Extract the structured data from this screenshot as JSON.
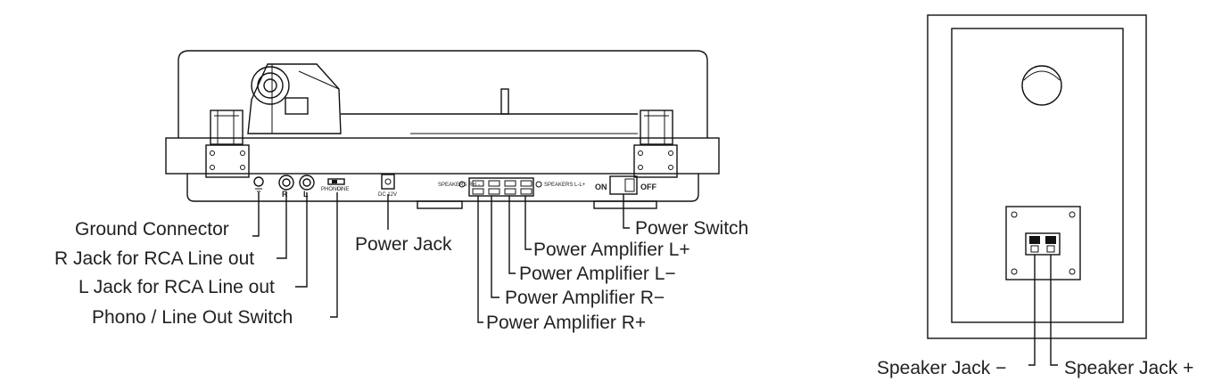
{
  "turntable_labels": {
    "ground_connector": "Ground Connector",
    "r_jack": "R Jack for RCA Line out",
    "l_jack": "L Jack for RCA Line out",
    "phono_switch": "Phono / Line Out Switch",
    "power_jack": "Power Jack",
    "power_switch": "Power Switch",
    "amp_l_plus": "Power Amplifier L+",
    "amp_l_minus": "Power Amplifier L−",
    "amp_r_minus": "Power Amplifier R−",
    "amp_r_plus": "Power Amplifier R+"
  },
  "panel_marks": {
    "r": "R",
    "l": "L",
    "on": "ON",
    "off": "OFF",
    "phono": "PHONO",
    "line": "LINE",
    "dc": "DC 12V",
    "speakers_left": "SPEAKERS R+L-",
    "speakers_right": "SPEAKERS L-L+"
  },
  "speaker_labels": {
    "jack_minus": "Speaker Jack −",
    "jack_plus": "Speaker Jack +"
  }
}
